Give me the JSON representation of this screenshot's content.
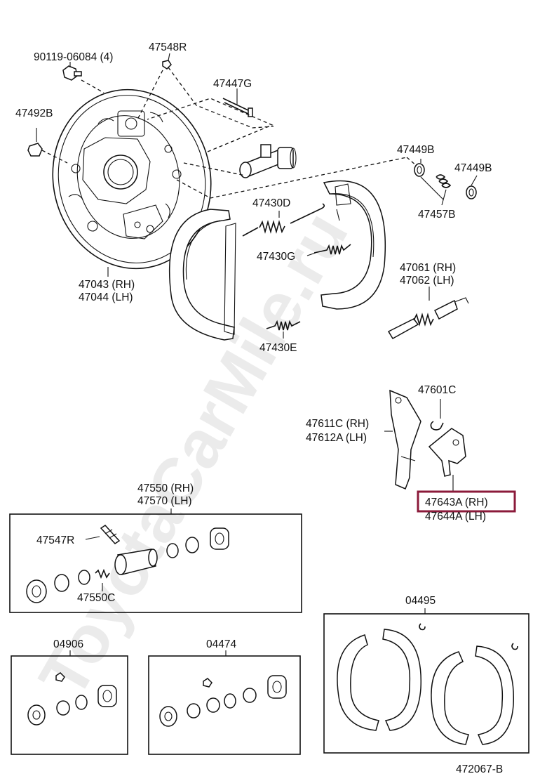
{
  "watermark": "ToyotaCarMile.ru",
  "diagram_id": "472067-B",
  "highlight_color": "#8b1a3a",
  "labels": {
    "bolt": "90119-06084 (4)",
    "bleeder_cap_top": "47548R",
    "cap_left": "47492B",
    "pin": "47447G",
    "backing_plate_rh": "47043 (RH)",
    "backing_plate_lh": "47044 (LH)",
    "spring_d": "47430D",
    "spring_g": "47430G",
    "spring_e": "47430E",
    "cup_b1": "47449B",
    "cup_b2": "47449B",
    "spring_457": "47457B",
    "adjuster_rh": "47061 (RH)",
    "adjuster_lh": "47062 (LH)",
    "clip": "47601C",
    "lever_rh": "47611C (RH)",
    "lever_lh": "47612A (LH)",
    "adj_lever_rh": "47643A (RH)",
    "adj_lever_lh": "47644A (LH)",
    "cylinder_rh": "47550 (RH)",
    "cylinder_lh": "47570 (LH)",
    "bleeder": "47547R",
    "piston": "47550C",
    "kit_1": "04906",
    "kit_2": "04474",
    "kit_3": "04495"
  }
}
